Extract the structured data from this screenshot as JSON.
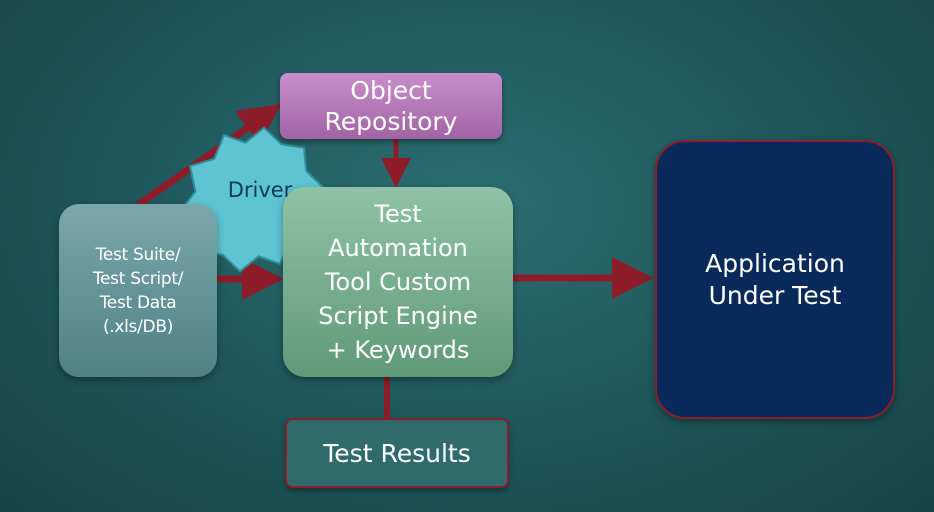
{
  "nodes": {
    "object_repository": "Object\nRepository",
    "driver": "Driver",
    "test_suite": "Test Suite/\nTest Script/\nTest Data\n(.xls/DB)",
    "engine": "Test\nAutomation\nTool Custom\nScript Engine\n+ Keywords",
    "application": "Application\nUnder Test",
    "test_results": "Test Results"
  },
  "colors": {
    "arrow": "#8e1d2a",
    "driver_fill": "#5ec4d3",
    "object_repository_fill": "#b77bb9",
    "engine_fill": "#74ad8e",
    "application_fill": "#0b2a5c"
  }
}
